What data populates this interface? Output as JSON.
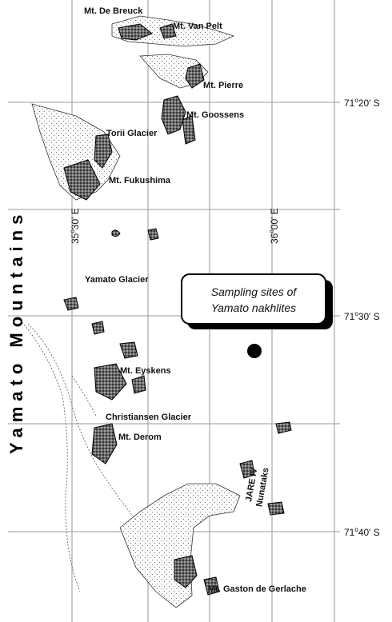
{
  "range_label": "Yamato Mountains",
  "latitudes": [
    {
      "deg": "71",
      "min": "20' S"
    },
    {
      "deg": "71",
      "min": "30' S"
    },
    {
      "deg": "71",
      "min": "40' S"
    }
  ],
  "longitudes": [
    {
      "deg": "35",
      "min": "30' E"
    },
    {
      "deg": "36",
      "min": "00' E"
    }
  ],
  "places": [
    "Mt. De Breuck",
    "Mt. Van Pelt",
    "Mt. Pierre",
    "Mt. Goossens",
    "Torii Glacier",
    "Mt. Fukushima",
    "Yamato Glacier",
    "Mt. Eyskens",
    "Christiansen Glacier",
    "Mt. Derom",
    "Mt. Gaston de Gerlache"
  ],
  "nunataks": {
    "line1": "JARE IV",
    "line2": "Nunataks"
  },
  "callout": {
    "line1": "Sampling sites of",
    "line2": "Yamato nakhlites"
  },
  "colors": {
    "ink": "#111111",
    "grid": "#9a9a9a",
    "background": "#ffffff"
  }
}
